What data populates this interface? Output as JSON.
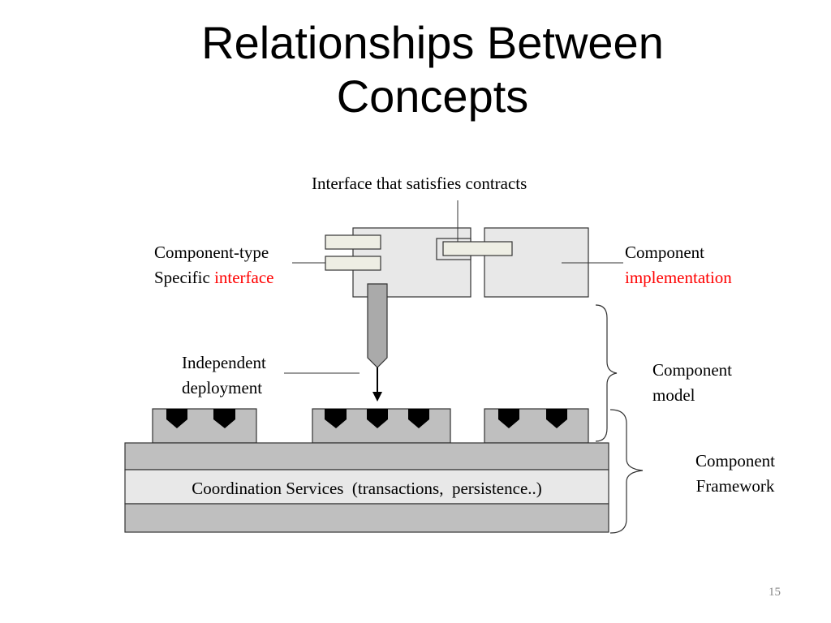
{
  "slide": {
    "title_line1": "Relationships Between",
    "title_line2": "Concepts",
    "page_number": "15"
  },
  "labels": {
    "interface_contracts": "Interface that satisfies contracts",
    "component_type_line1": "Component-type",
    "component_type_line2_prefix": "Specific ",
    "component_type_line2_highlight": "interface",
    "component_impl_line1": "Component",
    "component_impl_line2_highlight": "implementation",
    "independent_line1": "Independent",
    "independent_line2": "deployment",
    "component_model_line1": "Component",
    "component_model_line2": "model",
    "component_framework_line1": "Component",
    "component_framework_line2": "Framework",
    "coordination_services": "Coordination Services  (transactions,  persistence..)"
  },
  "colors": {
    "highlight": "#ff0000",
    "component_fill": "#e8e8e8",
    "plug_fill": "#eeeee4",
    "framework_fill": "#bfbfbf",
    "coordination_fill": "#e8e8e8",
    "probe_fill": "#aaaaaa"
  }
}
